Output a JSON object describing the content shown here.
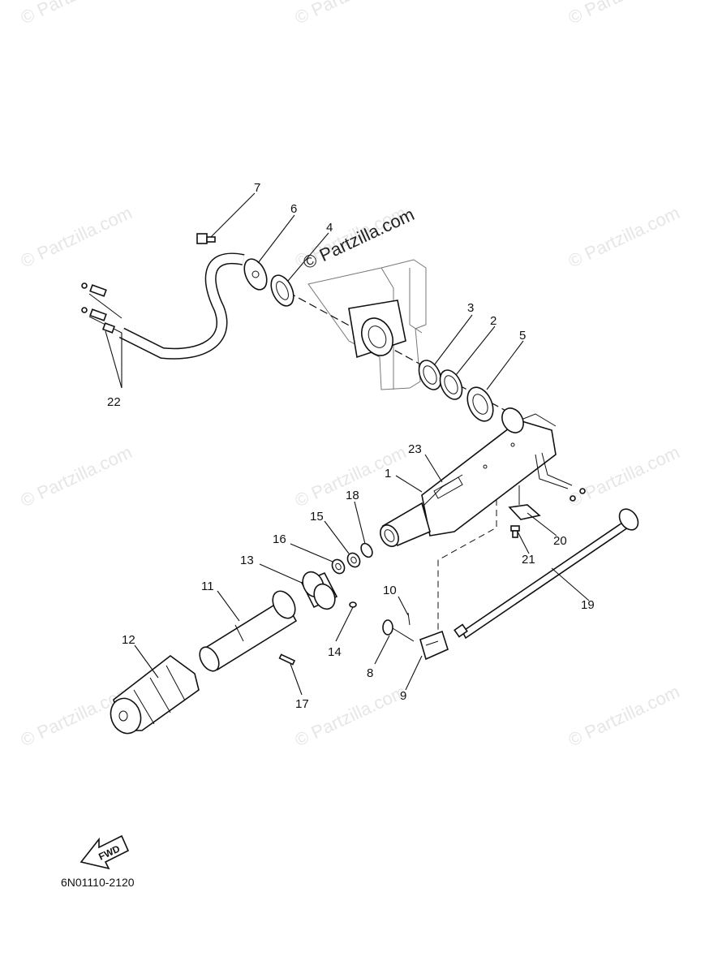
{
  "diagram": {
    "drawing_code": "6N01110-2120",
    "fwd_label": "FWD",
    "center_watermark": "© Partzilla.com",
    "watermarks": [
      "© Partzilla.com",
      "© Partzilla.com",
      "© Partzilla.com",
      "© Partzilla.com",
      "© Partzilla.com",
      "© Partzilla.com",
      "© Partzilla.com",
      "© Partzilla.com",
      "© Partzilla.com",
      "© Partzilla.com",
      "© Partzilla.com",
      "© Partzilla.com"
    ],
    "callouts": [
      "1",
      "2",
      "3",
      "4",
      "5",
      "6",
      "7",
      "8",
      "9",
      "10",
      "11",
      "12",
      "13",
      "14",
      "15",
      "16",
      "17",
      "18",
      "19",
      "20",
      "21",
      "22",
      "23"
    ]
  }
}
